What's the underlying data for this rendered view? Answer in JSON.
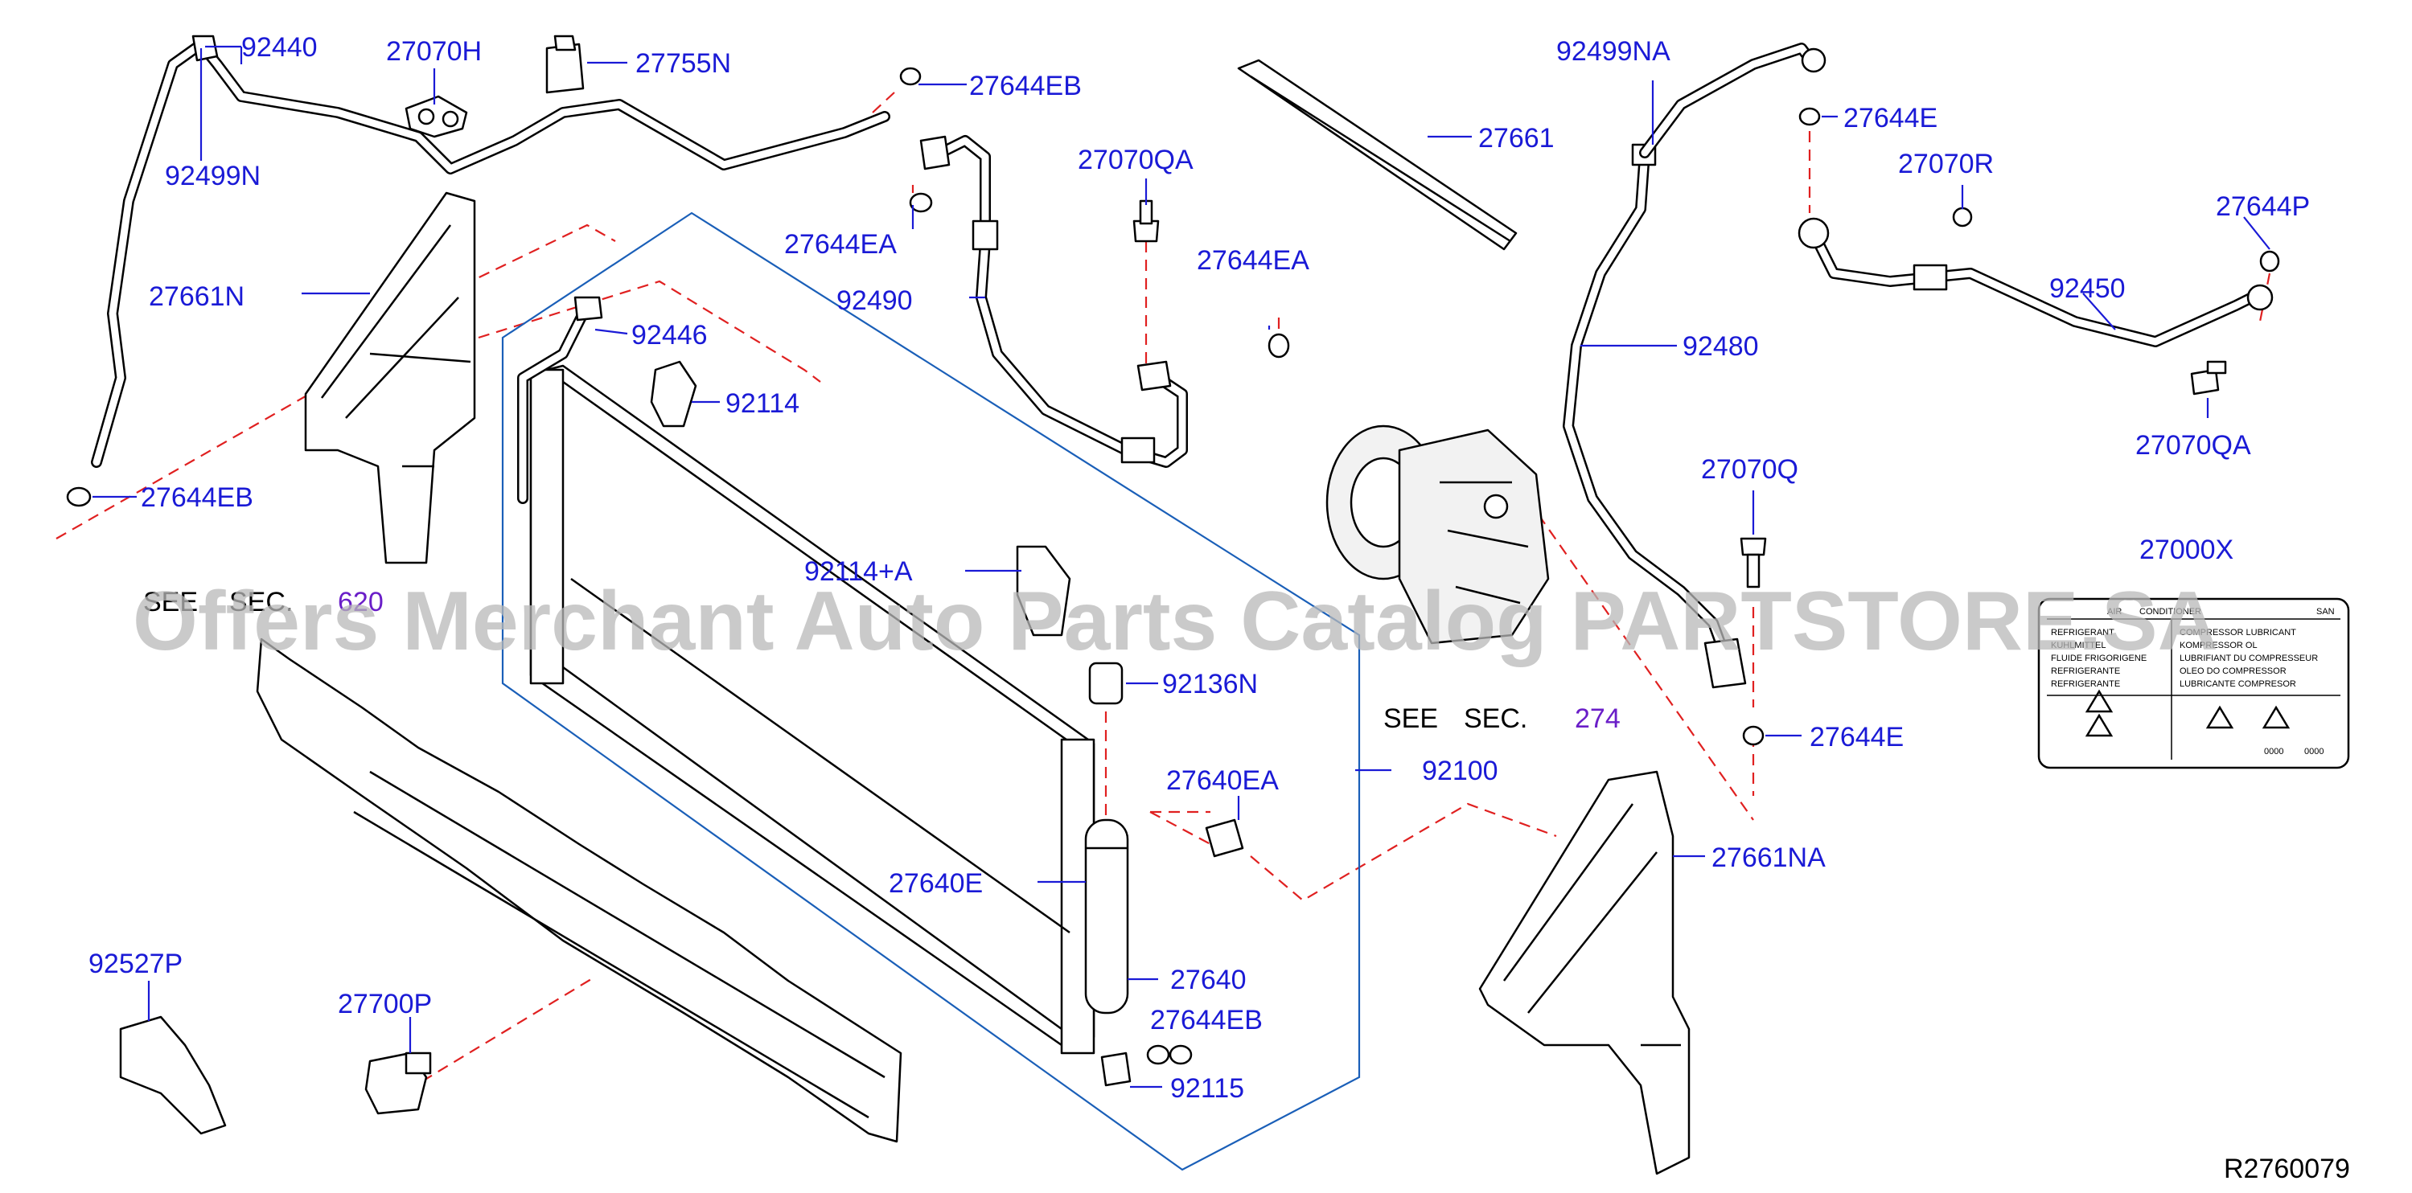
{
  "watermark": "Offers Merchant Auto Parts Catalog PARTSTORE.SA",
  "diagram_code": "R2760079",
  "section_refs": [
    {
      "see": "SEE",
      "sec": "SEC.",
      "num": "620"
    },
    {
      "see": "SEE",
      "sec": "SEC.",
      "num": "274"
    }
  ],
  "labels": {
    "p92440": "92440",
    "p27070H": "27070H",
    "p27755N": "27755N",
    "p27644EB_a": "27644EB",
    "p92499N": "92499N",
    "p27661N": "27661N",
    "p27644EB_b": "27644EB",
    "p27644EA_a": "27644EA",
    "p92490": "92490",
    "p27070QA_a": "27070QA",
    "p27644EA_b": "27644EA",
    "p27661": "27661",
    "p92446": "92446",
    "p92114": "92114",
    "p92114A": "92114+A",
    "p92136N": "92136N",
    "p92100": "92100",
    "p27640EA": "27640EA",
    "p27640E": "27640E",
    "p27640": "27640",
    "p27644EB_c": "27644EB",
    "p92115": "92115",
    "p92527P": "92527P",
    "p27700P": "27700P",
    "p92499NA": "92499NA",
    "p27644E_a": "27644E",
    "p27070R": "27070R",
    "p27644P": "27644P",
    "p92450": "92450",
    "p92480": "92480",
    "p27070QA_b": "27070QA",
    "p27070Q": "27070Q",
    "p27000X": "27000X",
    "p27644E_b": "27644E",
    "p27661NA": "27661NA"
  },
  "ac_label": {
    "header": [
      "AIR",
      "CONDITIONER",
      "SAN"
    ],
    "left_rows": [
      "REFRIGERANT",
      "KUHLMITTEL",
      "FLUIDE     FRIGORIGENE",
      "REFRIGERANTE",
      "REFRIGERANTE"
    ],
    "right_rows": [
      "COMPRESSOR    LUBRICANT",
      "KOMPRESSOR     OL",
      "LUBRIFIANT   DU    COMPRESSEUR",
      "OLEO    DO    COMPRESSOR",
      "LUBRICANTE   COMPRESOR"
    ],
    "codes": [
      "0000",
      "0000"
    ]
  }
}
